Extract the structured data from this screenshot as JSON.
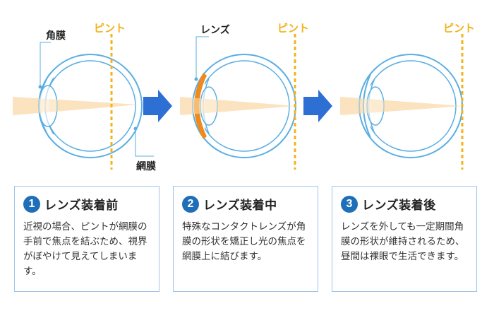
{
  "labels": {
    "cornea": "角膜",
    "retina": "網膜",
    "lens": "レンズ",
    "focus": "ピント"
  },
  "colors": {
    "eye_outline": "#5aaee3",
    "focus_line": "#f2b31c",
    "light_beam": "#fbe3c0",
    "contact_lens": "#f08a1c",
    "arrow": "#2e6fd4",
    "badge": "#1f6fb8",
    "card_border": "#9fc5e8"
  },
  "steps": [
    {
      "num": "1",
      "title": "レンズ装着前",
      "text": "近視の場合、ピントが網膜の手前で焦点を結ぶため、視界がぼやけて見えてしまいます。"
    },
    {
      "num": "2",
      "title": "レンズ装着中",
      "text": "特殊なコンタクトレンズが角膜の形状を矯正し光の焦点を網膜上に結びます。"
    },
    {
      "num": "3",
      "title": "レンズ装着後",
      "text": "レンズを外しても一定期間角膜の形状が維持されるため、昼間は裸眼で生活できます。"
    }
  ]
}
